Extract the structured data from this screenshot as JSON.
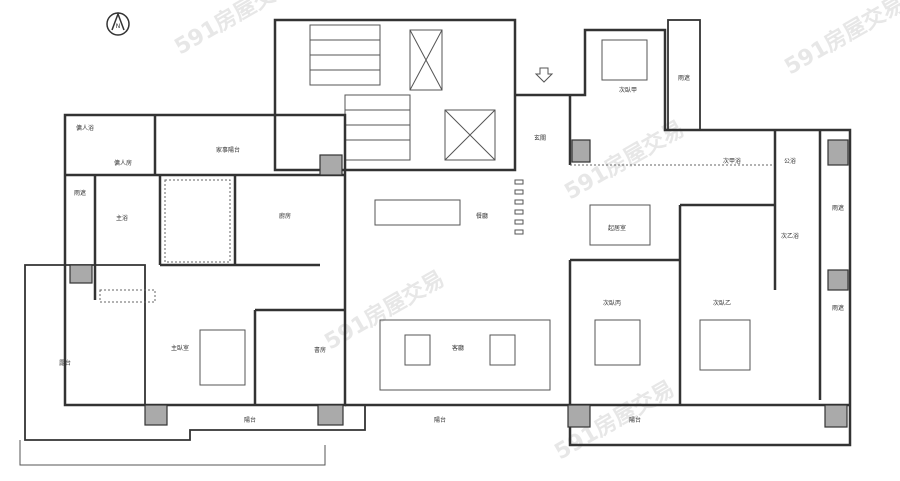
{
  "plan": {
    "watermark": "591房屋交易",
    "north_label": "N",
    "rooms": {
      "servant_bath": "傭人浴",
      "servant_room": "傭人房",
      "utility_balcony": "家事陽台",
      "rain_shelter_left": "雨遮",
      "master_bath": "主浴",
      "kitchen": "廚房",
      "dining": "餐廳",
      "entrance": "玄關",
      "bedroom_a": "次臥甲",
      "rain_shelter_top": "雨遮",
      "bath_a": "次甲浴",
      "public_bath": "公浴",
      "living_room_family": "起居室",
      "bath_b": "次乙浴",
      "rain_shelter_right": "雨遮",
      "bedroom_c": "次臥丙",
      "bedroom_b": "次臥乙",
      "rain_shelter_right2": "雨遮",
      "master_bedroom": "主臥室",
      "study": "書房",
      "living_room": "客廳",
      "terrace": "露台",
      "balcony_1": "陽台",
      "balcony_2": "陽台",
      "balcony_3": "陽台"
    }
  }
}
